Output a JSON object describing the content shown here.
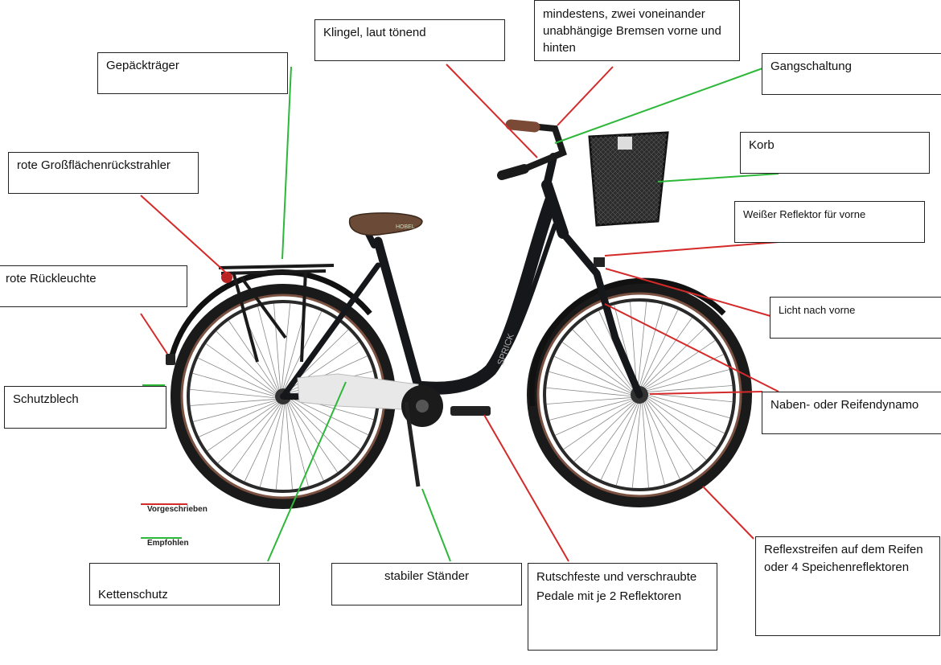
{
  "labels": {
    "klingel": "Klingel, laut tönend",
    "bremsen": "mindestens, zwei voneinander unabhängige Bremsen vorne und hinten",
    "gepaecktraeger": "Gepäckträger",
    "gangschaltung": "Gangschaltung",
    "korb": "Korb",
    "grossflaechen": "rote Großflächenrückstrahler",
    "reflektor_vorne": "Weißer Reflektor für vorne",
    "rueckleuchte": "rote Rückleuchte",
    "licht_vorne": "Licht nach vorne",
    "schutzblech": "Schutzblech",
    "dynamo": "Naben- oder Reifendynamo",
    "kettenschutz": "Kettenschutz",
    "staender": "stabiler Ständer",
    "pedale": "Rutschfeste und verschraubte Pedale mit je 2 Reflektoren",
    "reflexstreifen": "Reflexstreifen auf dem Reifen oder 4 Speichenreflektoren"
  },
  "legend": {
    "required": "Vorgeschrieben",
    "recommended": "Empfohlen"
  },
  "bike_text": {
    "saddle_brand": "HOBEL",
    "frame_brand": "SPRICK"
  },
  "colors": {
    "required": "#d42a2a",
    "recommended": "#2db83a",
    "frame": "#15171a",
    "tire_wall": "#7a5040",
    "saddle": "#6b4a37"
  }
}
